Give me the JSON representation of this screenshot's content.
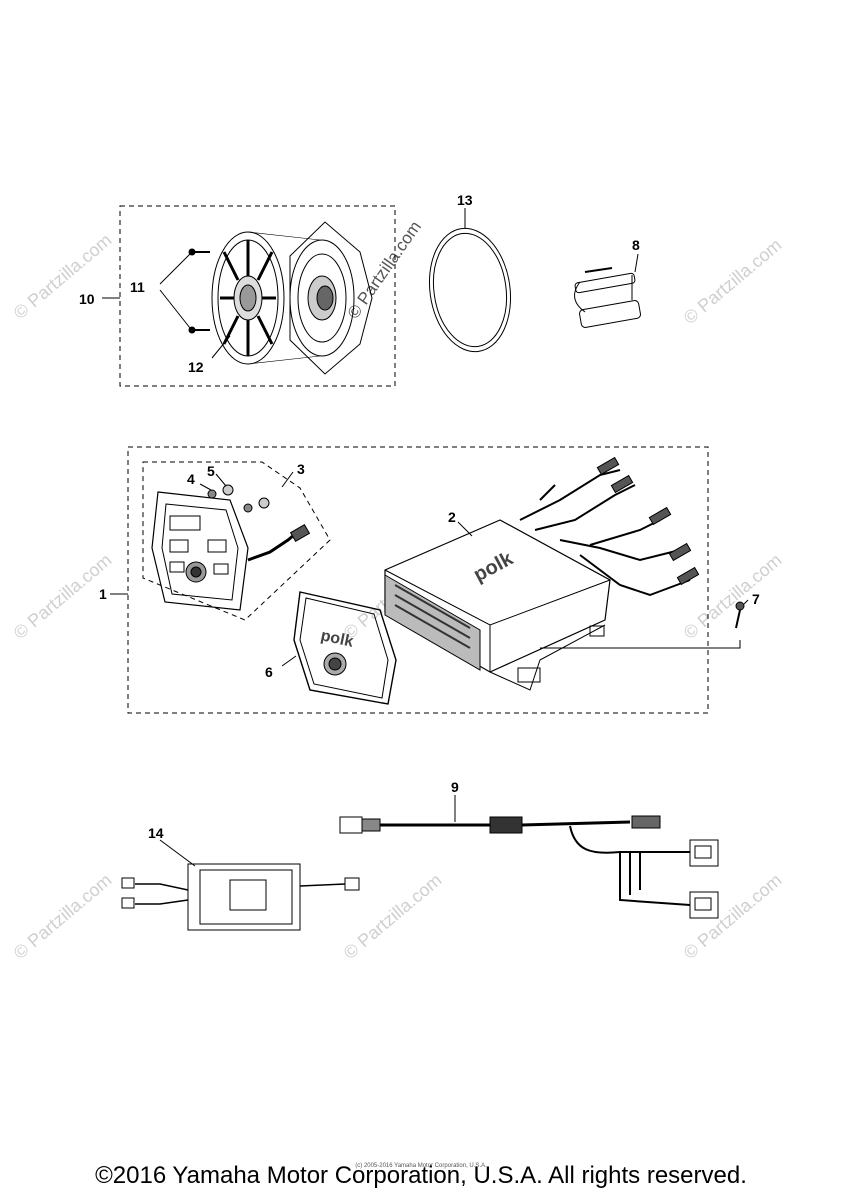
{
  "callouts": {
    "c1": "1",
    "c2": "2",
    "c3": "3",
    "c4": "4",
    "c5": "5",
    "c6": "6",
    "c7": "7",
    "c8": "8",
    "c9": "9",
    "c10": "10",
    "c11": "11",
    "c12": "12",
    "c13": "13",
    "c14": "14"
  },
  "brand_text": "polk",
  "watermark": "© Partzilla.com",
  "small_copyright": "(c) 2005-2016 Yamaha Motor Corporation, U.S.A.",
  "footer": "©2016 Yamaha Motor Corporation, U.S.A. All rights reserved."
}
